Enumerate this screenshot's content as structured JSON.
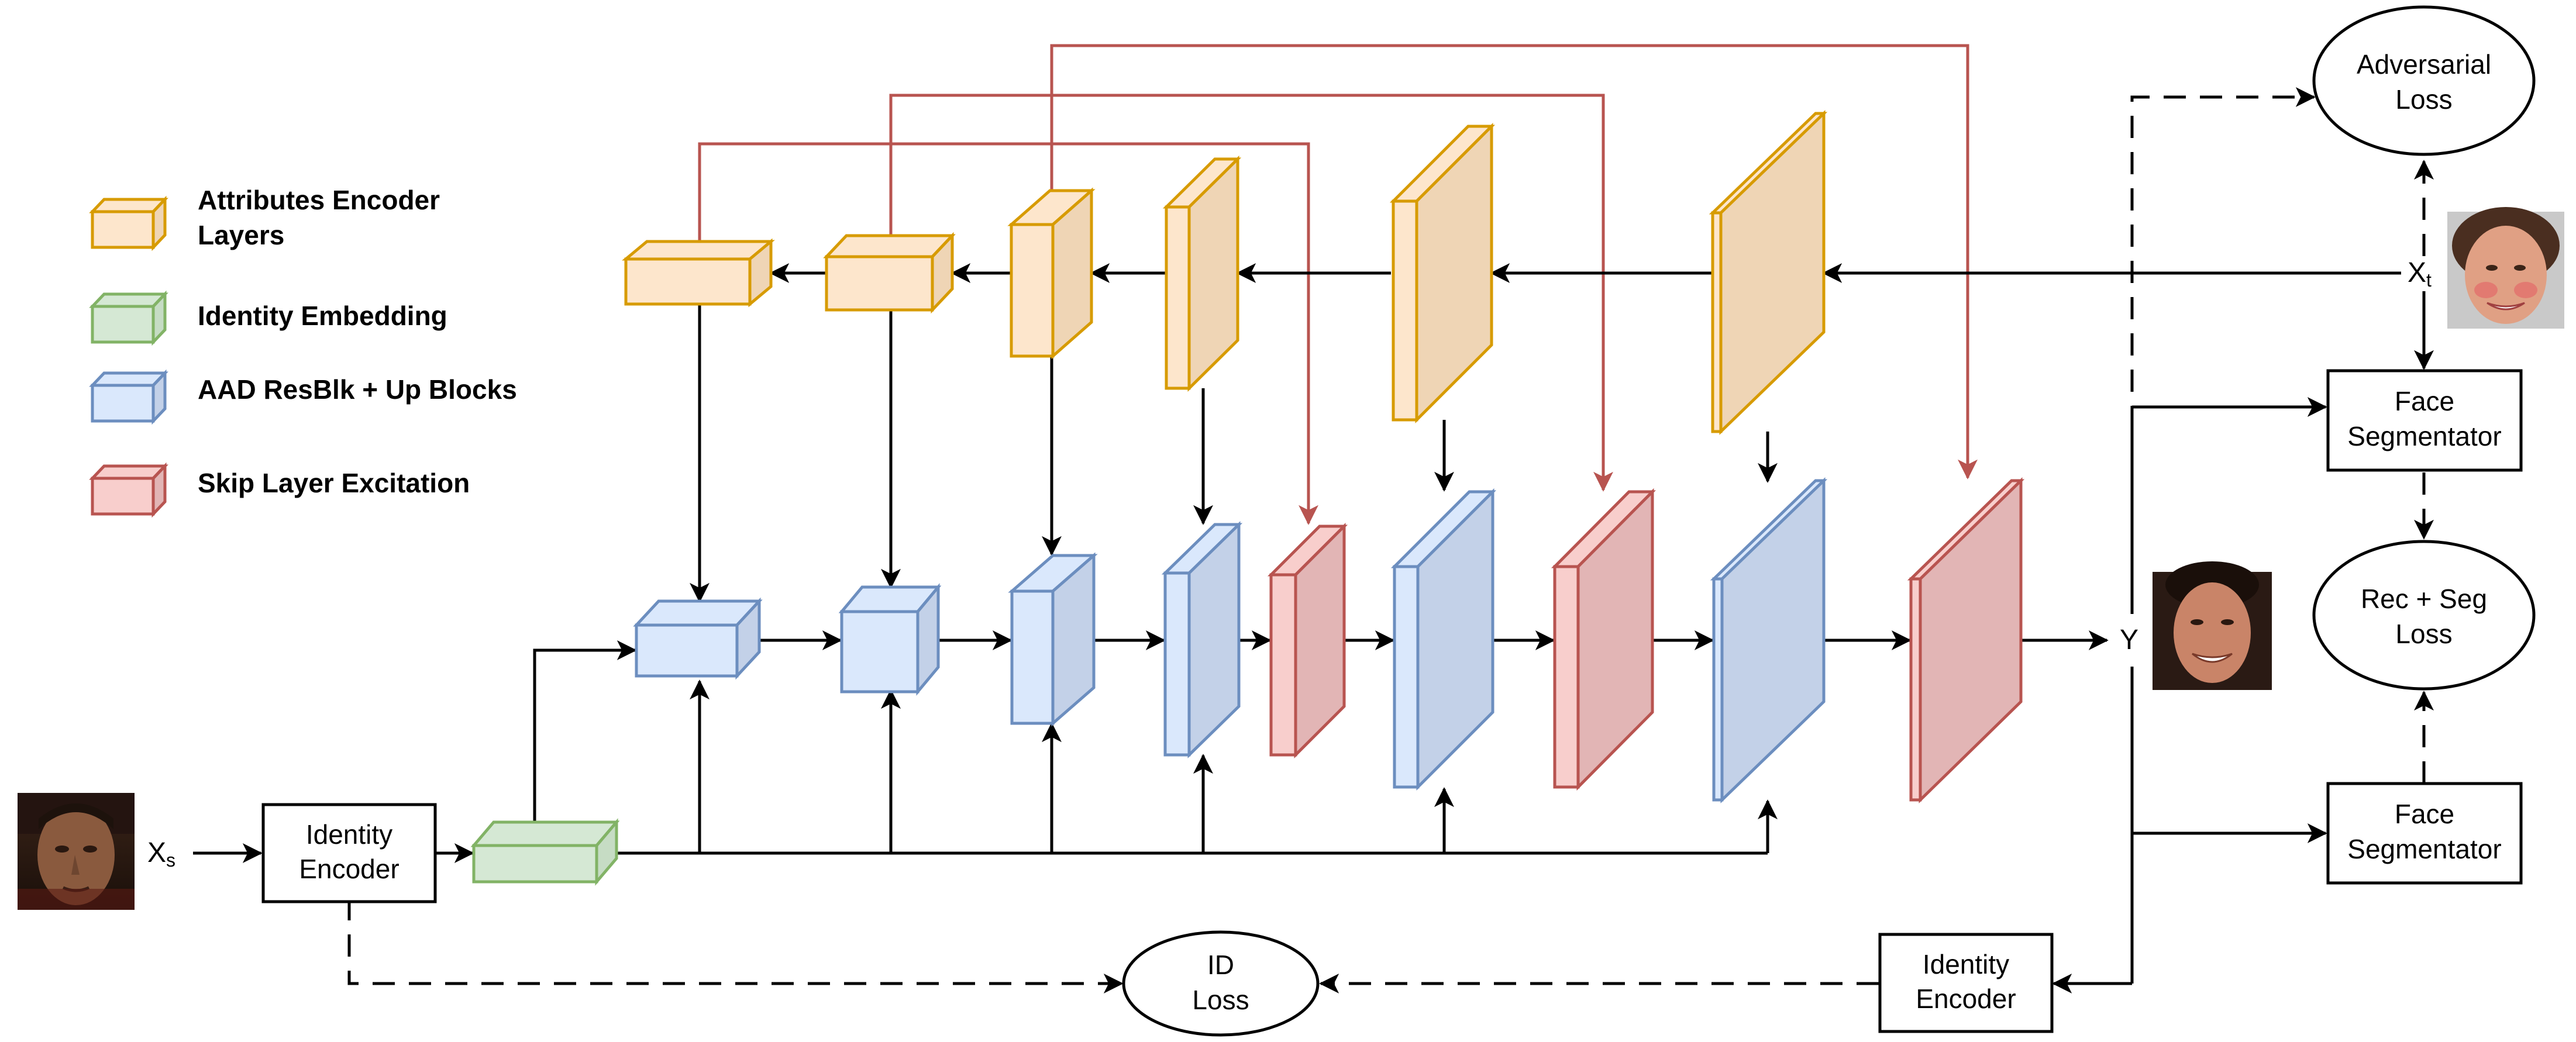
{
  "legend": {
    "attributes_encoder": [
      "Attributes Encoder",
      "Layers"
    ],
    "identity_embedding": "Identity Embedding",
    "aad_blocks": "AAD ResBlk + Up Blocks",
    "skip_layer": "Skip Layer Excitation"
  },
  "inputs": {
    "source_label": "X",
    "source_sub": "s",
    "target_label": "X",
    "target_sub": "t",
    "output_label": "Y"
  },
  "boxes": {
    "identity_encoder_left": [
      "Identity",
      "Encoder"
    ],
    "identity_encoder_right": [
      "Identity",
      "Encoder"
    ],
    "face_segmentator_top": [
      "Face",
      "Segmentator"
    ],
    "face_segmentator_bottom": [
      "Face",
      "Segmentator"
    ]
  },
  "losses": {
    "adversarial": [
      "Adversarial",
      "Loss"
    ],
    "rec_seg": [
      "Rec + Seg",
      "Loss"
    ],
    "id": [
      "ID",
      "Loss"
    ]
  },
  "colors": {
    "attr_fill": "#fde6cc",
    "attr_side": "#efd5b5",
    "attr_stroke": "#d79b00",
    "id_fill": "#d5e8d4",
    "id_side": "#c6dcc4",
    "id_stroke": "#82b366",
    "aad_fill": "#dae8fc",
    "aad_side": "#c3d1e8",
    "aad_stroke": "#6c8ebf",
    "skip_fill": "#f8cecc",
    "skip_side": "#e2b5b5",
    "skip_stroke": "#b85450",
    "skip_arrow": "#b85450"
  },
  "icons": [
    "source-face-photo",
    "target-face-photo",
    "output-face-photo"
  ]
}
